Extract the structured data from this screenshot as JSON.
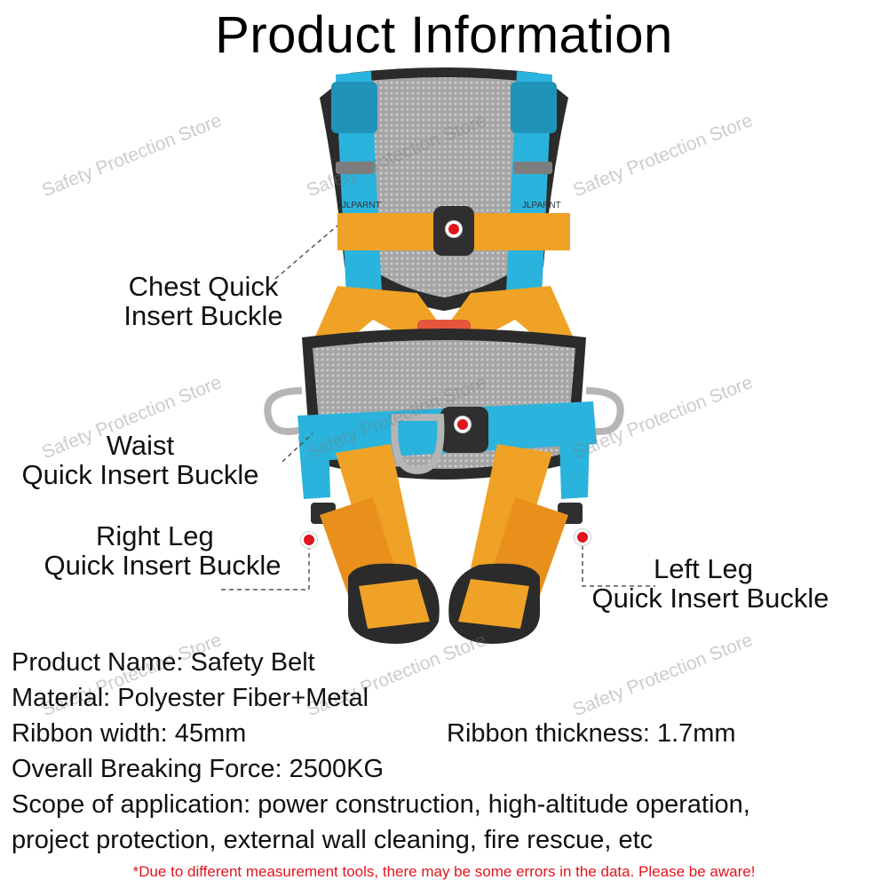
{
  "title": "Product Information",
  "watermark": "Safety Protection Store",
  "callouts": {
    "chest_line1": "Chest Quick",
    "chest_line2": "Insert Buckle",
    "waist_line1": "Waist",
    "waist_line2": "Quick Insert Buckle",
    "right_leg_line1": "Right Leg",
    "right_leg_line2": "Quick Insert Buckle",
    "left_leg_line1": "Left Leg",
    "left_leg_line2": "Quick Insert Buckle"
  },
  "brand_label": "JLPARNT",
  "specs": {
    "product_name": "Product Name: Safety Belt",
    "material": "Material: Polyester Fiber+Metal",
    "ribbon_width": "Ribbon width: 45mm",
    "ribbon_thickness": "Ribbon thickness: 1.7mm",
    "breaking_force": "Overall Breaking Force: 2500KG",
    "scope_line1": "Scope of application: power construction, high-altitude operation,",
    "scope_line2": "project protection, external wall cleaning, fire rescue, etc"
  },
  "disclaimer": "*Due to different measurement tools, there may be some errors in the data. Please be aware!",
  "colors": {
    "blue_strap": "#2ab3dc",
    "orange_strap": "#f0a226",
    "mesh_grey": "#9d9d9d",
    "marker_red": "#e0151e"
  }
}
